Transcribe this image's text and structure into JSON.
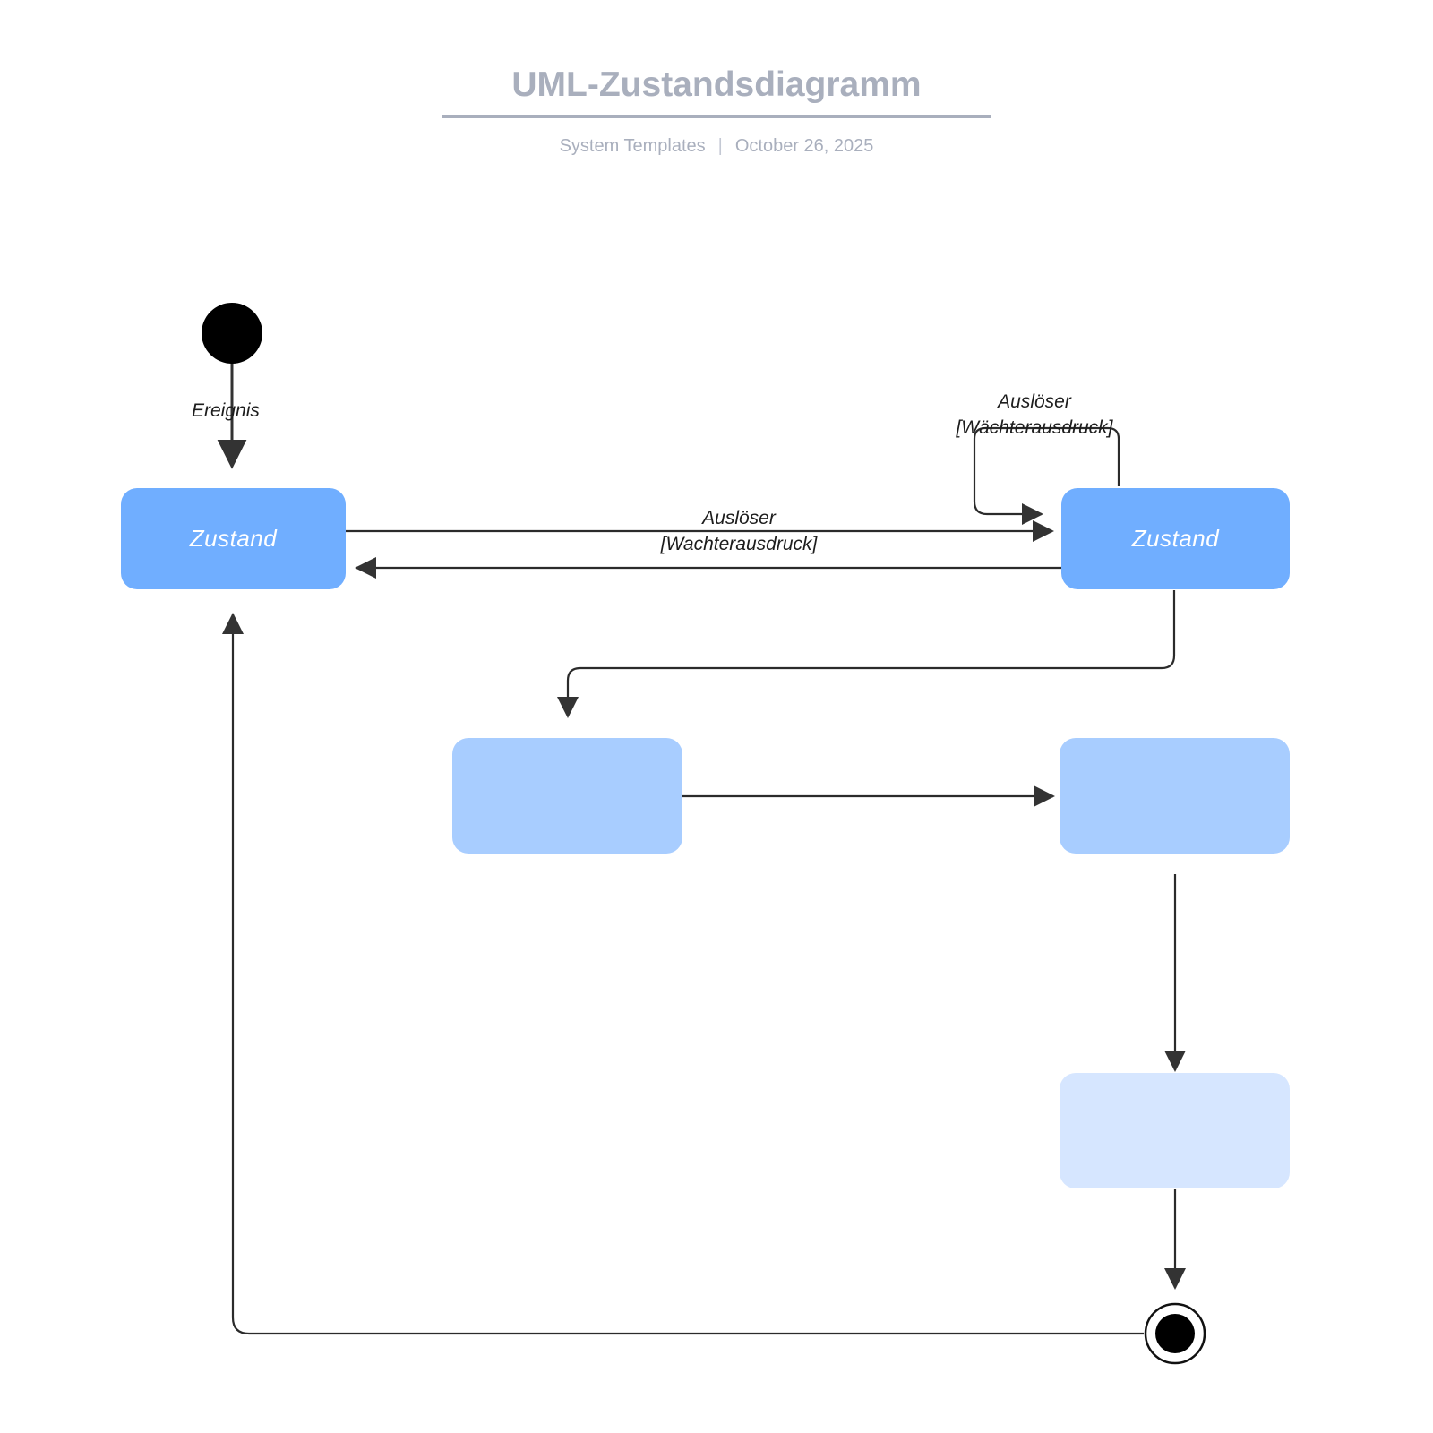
{
  "header": {
    "title": "UML-Zustandsdiagramm",
    "source": "System Templates",
    "separator": "|",
    "date": "October 26, 2025"
  },
  "diagram": {
    "type": "uml-state-machine",
    "language": "de",
    "nodes": [
      {
        "id": "initial",
        "kind": "initial-state",
        "label": ""
      },
      {
        "id": "state-1",
        "kind": "state",
        "label": "Zustand",
        "tone": "tone-1"
      },
      {
        "id": "state-2",
        "kind": "state",
        "label": "Zustand",
        "tone": "tone-1"
      },
      {
        "id": "state-3",
        "kind": "state",
        "label": "",
        "tone": "tone-2"
      },
      {
        "id": "state-4",
        "kind": "state",
        "label": "",
        "tone": "tone-2"
      },
      {
        "id": "state-5",
        "kind": "state",
        "label": "",
        "tone": "tone-3"
      },
      {
        "id": "final",
        "kind": "final-state",
        "label": ""
      }
    ],
    "edges": [
      {
        "id": "e-initial",
        "from": "initial",
        "to": "state-1",
        "label_line1": "Ereignis",
        "label_line2": ""
      },
      {
        "id": "e-1-to-2",
        "from": "state-1",
        "to": "state-2",
        "label_line1": "Auslöser",
        "label_line2": "[Wachterausdruck]"
      },
      {
        "id": "e-2-to-1",
        "from": "state-2",
        "to": "state-1",
        "label_line1": "",
        "label_line2": ""
      },
      {
        "id": "e-2-self",
        "from": "state-2",
        "to": "state-2",
        "label_line1": "Auslöser",
        "label_line2": "[Wächterausdruck]"
      },
      {
        "id": "e-2-to-3",
        "from": "state-2",
        "to": "state-3",
        "label_line1": "",
        "label_line2": ""
      },
      {
        "id": "e-3-to-4",
        "from": "state-3",
        "to": "state-4",
        "label_line1": "",
        "label_line2": ""
      },
      {
        "id": "e-4-to-5",
        "from": "state-4",
        "to": "state-5",
        "label_line1": "",
        "label_line2": ""
      },
      {
        "id": "e-5-to-final",
        "from": "state-5",
        "to": "final",
        "label_line1": "",
        "label_line2": ""
      },
      {
        "id": "e-final-to-1",
        "from": "final",
        "to": "state-1",
        "label_line1": "",
        "label_line2": ""
      }
    ],
    "labels": {
      "ereignis": "Ereignis",
      "ausloeser_mid": "Auslöser",
      "waechter_mid": "[Wachterausdruck]",
      "ausloeser_self": "Auslöser",
      "waechter_self": "[Wächterausdruck]"
    },
    "colors": {
      "state_primary": "#70aeff",
      "state_secondary": "#a8cdff",
      "state_tertiary": "#d6e6ff",
      "edge": "#2b2b2b",
      "text_on_state": "#ffffff",
      "header_text": "#a9afbd",
      "background": "#ffffff"
    }
  }
}
